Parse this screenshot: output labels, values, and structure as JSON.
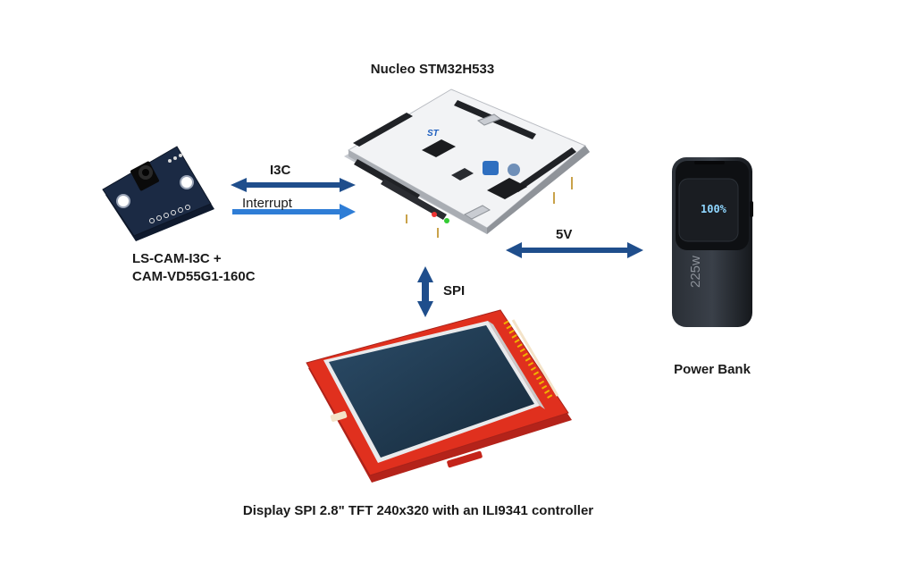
{
  "nodes": {
    "nucleo": {
      "label": "Nucleo STM32H533",
      "logo_text": "ST"
    },
    "camera": {
      "label_line1": "LS-CAM-I3C +",
      "label_line2": "CAM-VD55G1-160C"
    },
    "power_bank": {
      "label": "Power Bank",
      "screen_text": "100%",
      "body_text": "225w"
    },
    "display": {
      "label": "Display SPI 2.8\" TFT 240x320 with an ILI9341 controller"
    }
  },
  "links": {
    "i3c": "I3C",
    "interrupt": "Interrupt",
    "power": "5V",
    "spi": "SPI"
  },
  "colors": {
    "arrow": "#1f4e8c",
    "board_pcb": "#f2f3f5",
    "camera_pcb": "#1b2a44",
    "display_pcb": "#e0301e",
    "display_screen": "#1e3a52",
    "power_bank_body": "#1f2328"
  }
}
